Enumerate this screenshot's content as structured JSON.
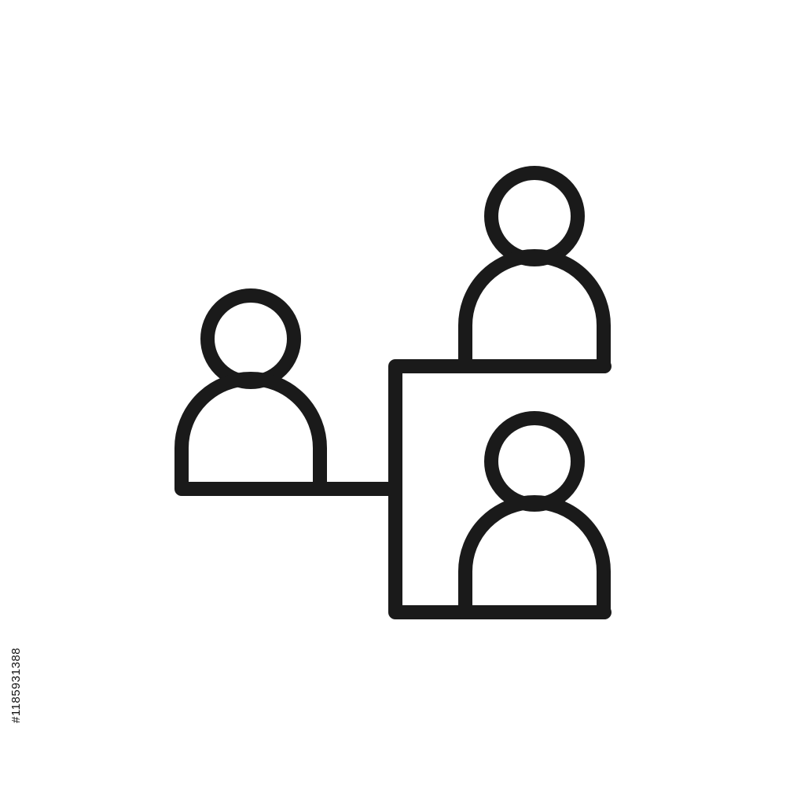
{
  "icon": {
    "name": "organization-hierarchy-icon",
    "style": "outline",
    "stroke_color": "#1a1a1a",
    "background_color": "#ffffff",
    "figures": [
      "left-person",
      "top-right-person",
      "bottom-right-person"
    ]
  },
  "watermark": {
    "stock_id": "#1185931388",
    "pattern_visible": true
  }
}
